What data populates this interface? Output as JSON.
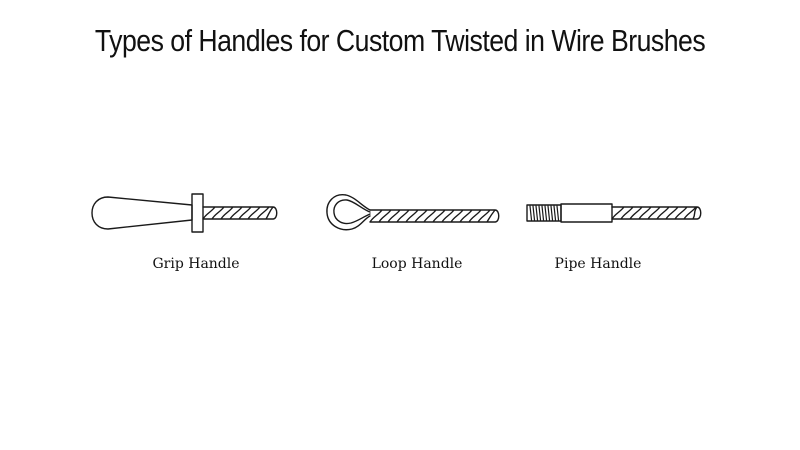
{
  "title": "Types of Handles for Custom Twisted in Wire Brushes",
  "handles": [
    {
      "label": "Grip Handle",
      "icon": "grip-handle-icon"
    },
    {
      "label": "Loop Handle",
      "icon": "loop-handle-icon"
    },
    {
      "label": "Pipe Handle",
      "icon": "pipe-handle-icon"
    }
  ],
  "colors": {
    "line": "#1a1a1a",
    "background": "#ffffff"
  }
}
